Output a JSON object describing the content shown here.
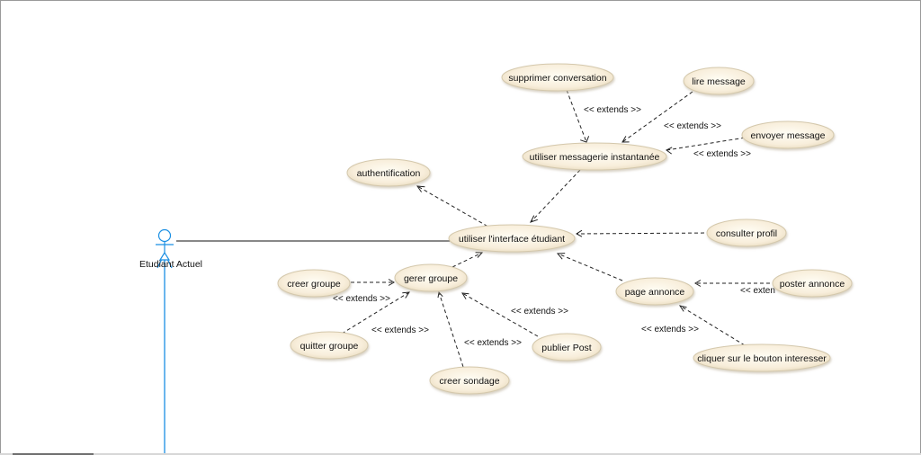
{
  "diagram": {
    "actor": {
      "name": "Etudiant Actuel"
    },
    "use_cases": {
      "supprimer": "supprimer conversation",
      "lire": "lire message",
      "envoyer": "envoyer message",
      "messagerie": "utiliser messagerie instantanée",
      "auth": "authentification",
      "interface": "utiliser l'interface étudiant",
      "profil": "consulter profil",
      "creer_groupe": "creer groupe",
      "gerer_groupe": "gerer groupe",
      "page_annonce": "page annonce",
      "poster_annonce": "poster annonce",
      "quitter_groupe": "quitter groupe",
      "publier_post": "publier Post",
      "creer_sondage": "creer sondage",
      "cliquer": "cliquer sur le bouton interesser"
    },
    "extends_label": "<< extends >>",
    "extends_label_clipped": "<< exten"
  }
}
